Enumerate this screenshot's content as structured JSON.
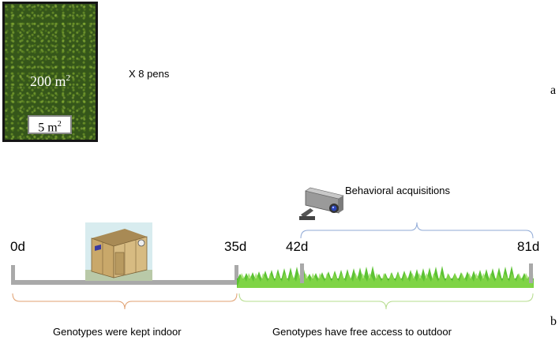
{
  "panel_a": {
    "plot_area": "200 m",
    "plot_area_exp": "2",
    "small_area": "5 m",
    "small_area_exp": "2",
    "pens": "X 8 pens",
    "label": "a"
  },
  "timeline": {
    "days": [
      "0d",
      "35d",
      "42d",
      "81d"
    ],
    "behavior": "Behavioral acquisitions",
    "indoor": "Genotypes  were kept indoor",
    "outdoor": "Genotypes  have free access to outdoor",
    "label": "b"
  },
  "colors": {
    "indoor_bracket": "#e0a070",
    "outdoor_bracket": "#b5dc8c",
    "behavior_bracket": "#8fa9d6",
    "timeline": "#a9a9a9",
    "grass": "#4caf2a"
  },
  "icons": [
    "grass-plot-image",
    "shed-image",
    "camera-icon",
    "grass-strip-image"
  ]
}
